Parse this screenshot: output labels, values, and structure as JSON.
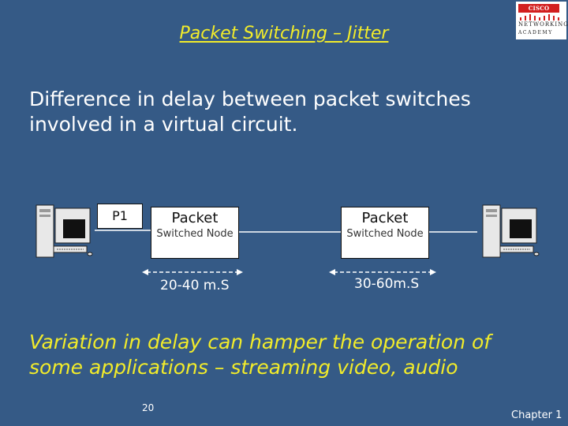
{
  "slide": {
    "title": "Packet Switching – Jitter",
    "intro": "Difference in delay between packet switches involved in a virtual circuit.",
    "variation": "Variation in delay can hamper the operation of some applications – streaming video, audio",
    "page_number": "20",
    "chapter": "Chapter 1"
  },
  "logo": {
    "brand": "CISCO SYSTEMS",
    "line1": "NETWORKING",
    "line2": "ACADEMY"
  },
  "diagram": {
    "p1_label": "P1",
    "node1": {
      "title": "Packet",
      "subtitle": "Switched Node"
    },
    "node2": {
      "title": "Packet",
      "subtitle": "Switched Node"
    },
    "delay1": "20-40 m.S",
    "delay2": "30-60m.S"
  },
  "colors": {
    "background": "#355a86",
    "title": "#f2ec2a",
    "text": "#ffffff"
  }
}
